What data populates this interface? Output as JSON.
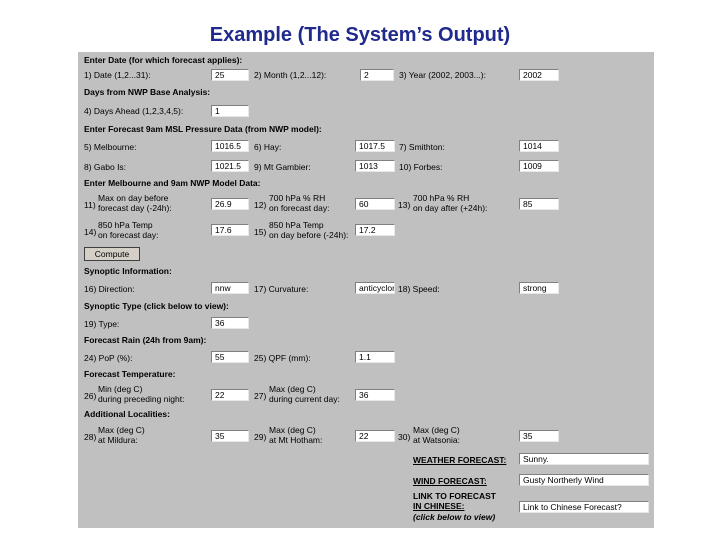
{
  "title": "Example (The System’s Output)",
  "headings": {
    "date": "Enter Date (for which forecast applies):",
    "nwp_base": "Days from NWP Base Analysis:",
    "pressure": "Enter Forecast 9am MSL Pressure Data (from NWP model):",
    "melb": "Enter Melbourne and 9am NWP Model Data:",
    "synoptic_info": "Synoptic Information:",
    "synoptic_type": "Synoptic Type (click below to view):",
    "rain": "Forecast Rain (24h from 9am):",
    "temp": "Forecast Temperature:",
    "additional": "Additional Localities:"
  },
  "fields": {
    "date": {
      "label": "1)  Date (1,2...31):",
      "value": "25"
    },
    "month": {
      "label": "2)  Month (1,2...12):",
      "value": "2"
    },
    "year": {
      "label": "3)  Year (2002, 2003...):",
      "value": "2002"
    },
    "days_ahead": {
      "label": "4)  Days Ahead (1,2,3,4,5):",
      "value": "1"
    },
    "melbourne": {
      "label": "5)  Melbourne:",
      "value": "1016.5"
    },
    "hay": {
      "label": "6)  Hay:",
      "value": "1017.5"
    },
    "smithton": {
      "label": "7)  Smithton:",
      "value": "1014"
    },
    "gabo": {
      "label": "8)  Gabo Is:",
      "value": "1021.5"
    },
    "mt_gambier": {
      "label": "9)  Mt Gambier:",
      "value": "1013"
    },
    "forbes": {
      "label": "10) Forbes:",
      "value": "1009"
    },
    "max_prev": {
      "num": "11)",
      "line1": "Max on day before",
      "line2": "forecast day (-24h):",
      "value": "26.9"
    },
    "rh_forecast": {
      "num": "12)",
      "line1": "700 hPa % RH",
      "line2": "on forecast day:",
      "value": "60"
    },
    "rh_after": {
      "num": "13)",
      "line1": "700 hPa % RH",
      "line2": "on day after (+24h):",
      "value": "85"
    },
    "temp_forecast": {
      "num": "14)",
      "line1": "850 hPa Temp",
      "line2": "on forecast day:",
      "value": "17.6"
    },
    "temp_before": {
      "num": "15)",
      "line1": "850 hPa Temp",
      "line2": "on day before (-24h):",
      "value": "17.2"
    },
    "direction": {
      "label": "16) Direction:",
      "value": "nnw"
    },
    "curvature": {
      "label": "17) Curvature:",
      "value": "anticyclonic"
    },
    "speed": {
      "label": "18) Speed:",
      "value": "strong"
    },
    "type": {
      "label": "19) Type:",
      "value": "36"
    },
    "pop": {
      "label": "24) PoP (%):",
      "value": "55"
    },
    "qpf": {
      "label": "25) QPF (mm):",
      "value": "1.1"
    },
    "min_temp": {
      "num": "26)",
      "line1": "Min (deg C)",
      "line2": "during preceding night:",
      "value": "22"
    },
    "max_temp": {
      "num": "27)",
      "line1": "Max (deg C)",
      "line2": "during current day:",
      "value": "36"
    },
    "mildura": {
      "num": "28)",
      "line1": "Max (deg C)",
      "line2": "at Mildura:",
      "value": "35"
    },
    "mt_hotham": {
      "num": "29)",
      "line1": "Max (deg C)",
      "line2": "at Mt Hotham:",
      "value": "22"
    },
    "watsonia": {
      "num": "30)",
      "line1": "Max (deg C)",
      "line2": "at Watsonia:",
      "value": "35"
    }
  },
  "compute_label": "Compute",
  "outputs": {
    "weather": {
      "label": "WEATHER FORECAST:",
      "value": "Sunny."
    },
    "wind": {
      "label": "WIND FORECAST:",
      "value": "Gusty Northerly Wind"
    },
    "link": {
      "label1": "LINK TO FORECAST",
      "label2": "IN CHINESE:",
      "note": "(click below to view)",
      "value": "Link to Chinese Forecast?"
    }
  }
}
